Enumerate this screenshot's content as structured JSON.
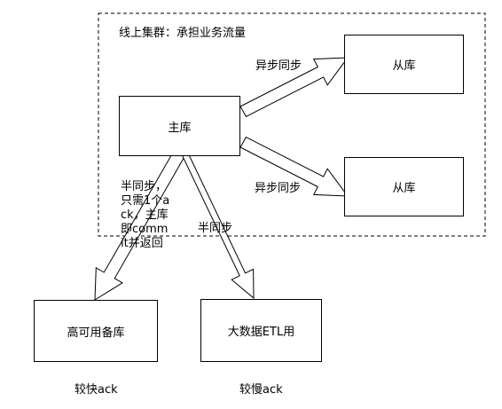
{
  "cluster": {
    "label": "线上集群：承担业务流量"
  },
  "nodes": {
    "master": "主库",
    "slave_1": "从库",
    "slave_2": "从库",
    "ha_replica": "高可用备库",
    "etl_replica": "大数据ETL用"
  },
  "edges": {
    "async_1": "异步同步",
    "async_2": "异步同步",
    "semi_sync_ha": "半同步，只需1个ack，主库即commit并返回",
    "semi_sync_etl": "半同步"
  },
  "notes": {
    "fast_ack": "较快ack",
    "slow_ack": "较慢ack"
  }
}
